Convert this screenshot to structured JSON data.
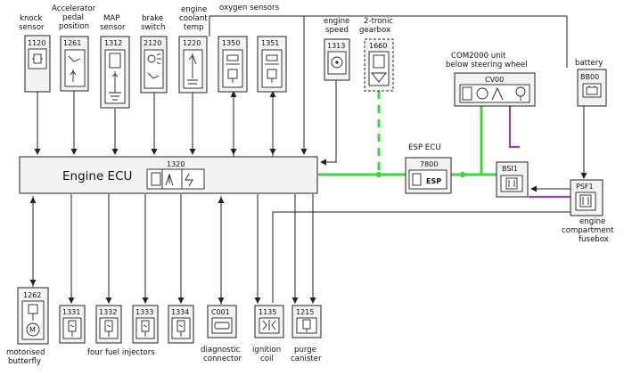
{
  "components": {
    "knock": {
      "code": "1120",
      "label": [
        "knock",
        "sensor"
      ]
    },
    "accel": {
      "code": "1261",
      "label": [
        "Accelerator",
        "pedal",
        "position"
      ]
    },
    "map": {
      "code": "1312",
      "label": [
        "MAP",
        "sensor"
      ]
    },
    "brake": {
      "code": "2120",
      "label": [
        "brake",
        "switch"
      ]
    },
    "coolant": {
      "code": "1220",
      "label": [
        "engine",
        "coolant",
        "temp"
      ]
    },
    "oxygen_label": "oxygen sensors",
    "oxy1": {
      "code": "1350"
    },
    "oxy2": {
      "code": "1351"
    },
    "speed": {
      "code": "1313",
      "label": [
        "engine",
        "speed"
      ]
    },
    "gearbox": {
      "code": "1660",
      "label": [
        "2-tronic",
        "gearbox"
      ]
    },
    "com2000": {
      "code": "CV00",
      "label": [
        "COM2000 unit",
        "below steering wheel"
      ]
    },
    "battery": {
      "code": "BB00",
      "label": [
        "battery"
      ]
    },
    "ecu": {
      "code": "1320",
      "label": "Engine ECU"
    },
    "esp": {
      "code": "7800",
      "label": "ESP ECU",
      "tag": "ESP"
    },
    "bsi": {
      "code": "BSI1"
    },
    "psf": {
      "code": "PSF1",
      "label": [
        "engine",
        "compartment",
        "fusebox"
      ]
    },
    "butterfly": {
      "code": "1262",
      "label": [
        "motorised",
        "butterfly"
      ]
    },
    "inj1": {
      "code": "1331"
    },
    "inj2": {
      "code": "1332"
    },
    "inj3": {
      "code": "1333"
    },
    "inj4": {
      "code": "1334"
    },
    "injectors_label": "four fuel injectors",
    "diag": {
      "code": "C001",
      "label": [
        "diagnostic",
        "connector"
      ]
    },
    "ignition": {
      "code": "1135",
      "label": [
        "ignition",
        "coil"
      ]
    },
    "purge": {
      "code": "1215",
      "label": [
        "purge",
        "canister"
      ]
    }
  },
  "colors": {
    "can_bus": "#3fd43f",
    "power_link": "#9b3fb0",
    "box_fill": "#f3f3f3"
  }
}
